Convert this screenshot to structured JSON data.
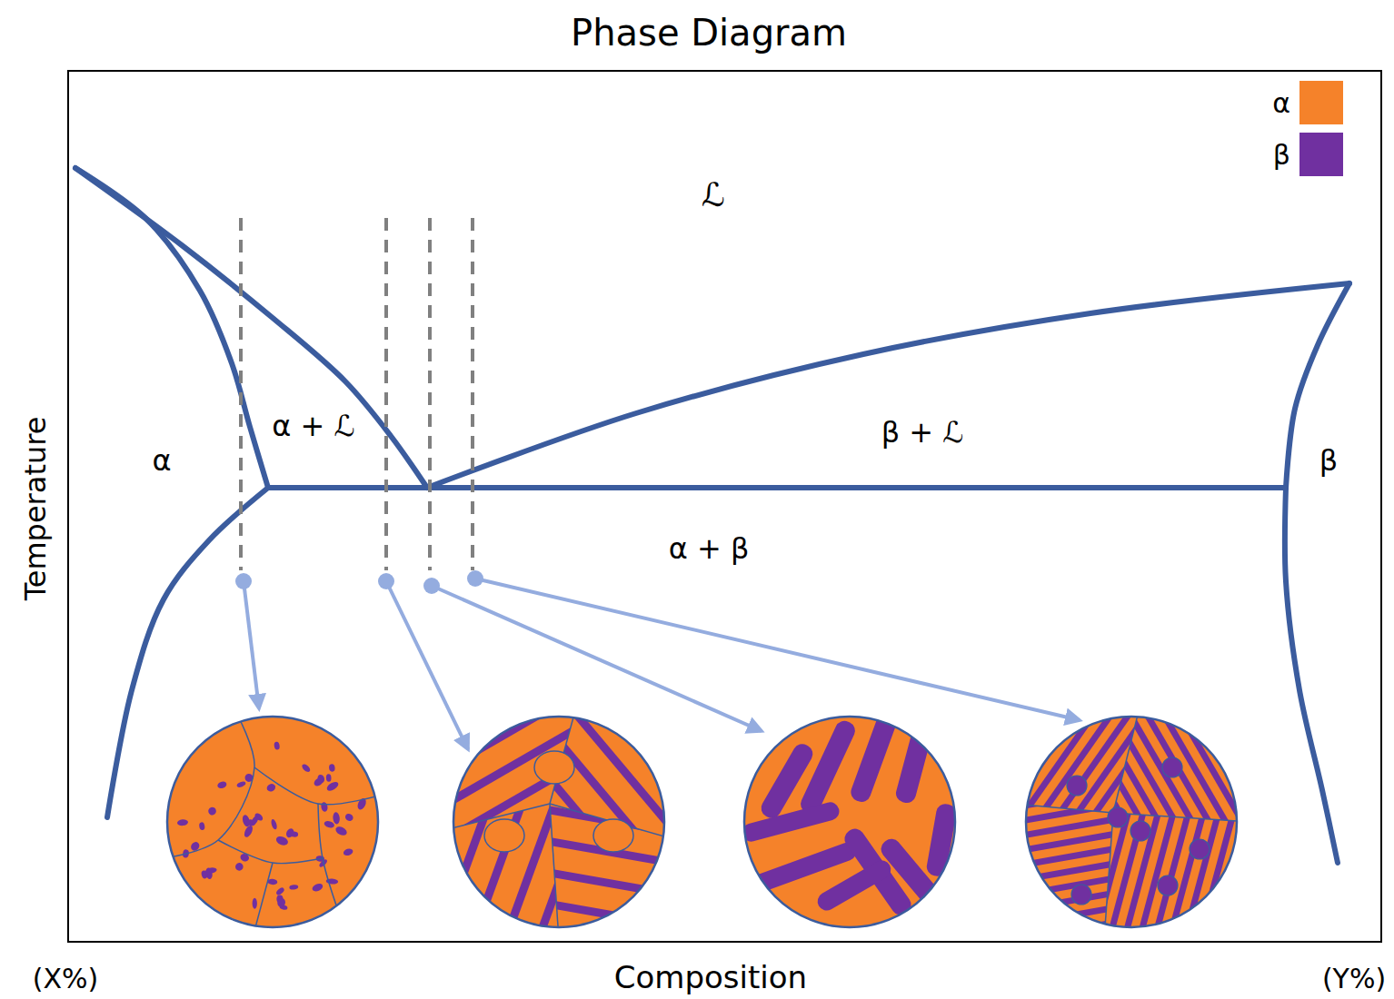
{
  "diagram": {
    "title": "Phase Diagram",
    "labels": [
      "ℒ",
      "α + ℒ",
      "α",
      "β + ℒ",
      "β",
      "α + β",
      "Temperature",
      "(X%)",
      "Composition",
      "(Y%)"
    ],
    "legend": [
      {
        "text": "α",
        "color": "#F5822A"
      },
      {
        "text": "β",
        "color": "#7030A0"
      }
    ]
  }
}
